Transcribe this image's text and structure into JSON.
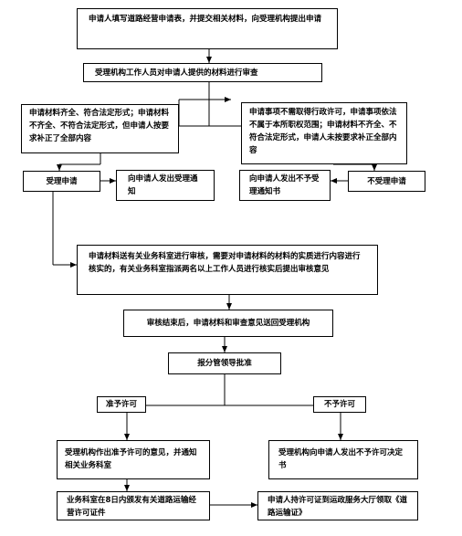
{
  "flowchart": {
    "nodes": {
      "apply": "申请人填写道路经营申请表，并提交相关材料，向受理机构提出申请",
      "review": "受理机构工作人员对申请人提供的材料进行审查",
      "complete": "申请材料齐全、符合法定形式；申请材料不齐全、不符合法定形式，但申请人按要求补正了全部内容",
      "incomplete": "申请事项不需取得行政许可，申请事项依法不属于本所职权范围；申请材料不齐全、不符合法定形式，申请人未按要求补正全部内容",
      "accept": "受理申请",
      "notify_accept": "向申请人发出受理通知",
      "notify_reject": "向申请人发出不予受理通知书",
      "reject": "不受理申请",
      "substantive": "申请材料送有关业务科室进行审核，需要对申请材料的材料的实质进行内容进行核实的，有关业务科室指派两名以上工作人员进行核实后提出审核意见",
      "return": "审核结束后，申请材料和审查意见送回受理机构",
      "approve_leader": "报分管领导批准",
      "grant": "准予许可",
      "deny": "不予许可",
      "grant_decision": "受理机构作出准予许可的意见，并通知相关业务科室",
      "deny_decision": "受理机构向申请人发出不予许可决定书",
      "issue_cert": "业务科室在8日内颁发有关道路运输经营许可证件",
      "collect_cert": "申请人持许可证到运政服务大厅领取《道路运输证》"
    }
  }
}
